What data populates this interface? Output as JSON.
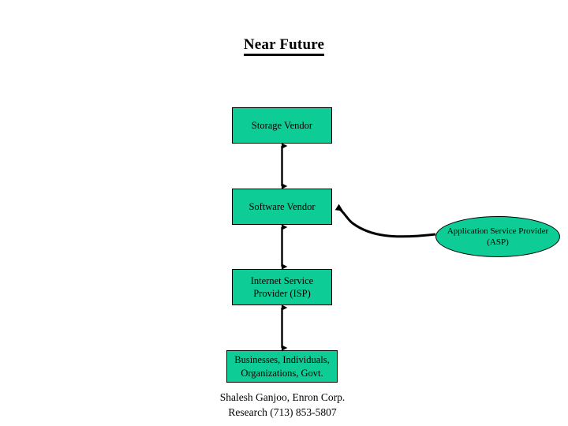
{
  "slide": {
    "title": "Near Future",
    "background_color": "#ffffff",
    "node_fill_color": "#0ecc96",
    "node_border_color": "#000000",
    "connector_color": "#000000"
  },
  "nodes": {
    "storage_vendor": {
      "label": "Storage Vendor",
      "shape": "rectangle"
    },
    "software_vendor": {
      "label": "Software Vendor",
      "shape": "rectangle"
    },
    "isp": {
      "label": "Internet Service\nProvider (ISP)",
      "shape": "rectangle"
    },
    "customers": {
      "label": "Businesses, Individuals,\nOrganizations, Govt.",
      "shape": "rectangle"
    },
    "asp": {
      "label": "Application Service Provider\n(ASP)",
      "shape": "ellipse"
    }
  },
  "connectors": [
    {
      "name": "storage-to-software",
      "from": "storage_vendor",
      "to": "software_vendor",
      "style": "double-arrow-vertical"
    },
    {
      "name": "software-to-isp",
      "from": "software_vendor",
      "to": "isp",
      "style": "double-arrow-vertical"
    },
    {
      "name": "isp-to-customers",
      "from": "isp",
      "to": "customers",
      "style": "double-arrow-vertical"
    },
    {
      "name": "asp-to-software",
      "from": "asp",
      "to": "software_vendor",
      "style": "curved-single-arrow"
    }
  ],
  "credit": {
    "text": "Shalesh Ganjoo, Enron Corp.\nResearch (713) 853-5807"
  }
}
